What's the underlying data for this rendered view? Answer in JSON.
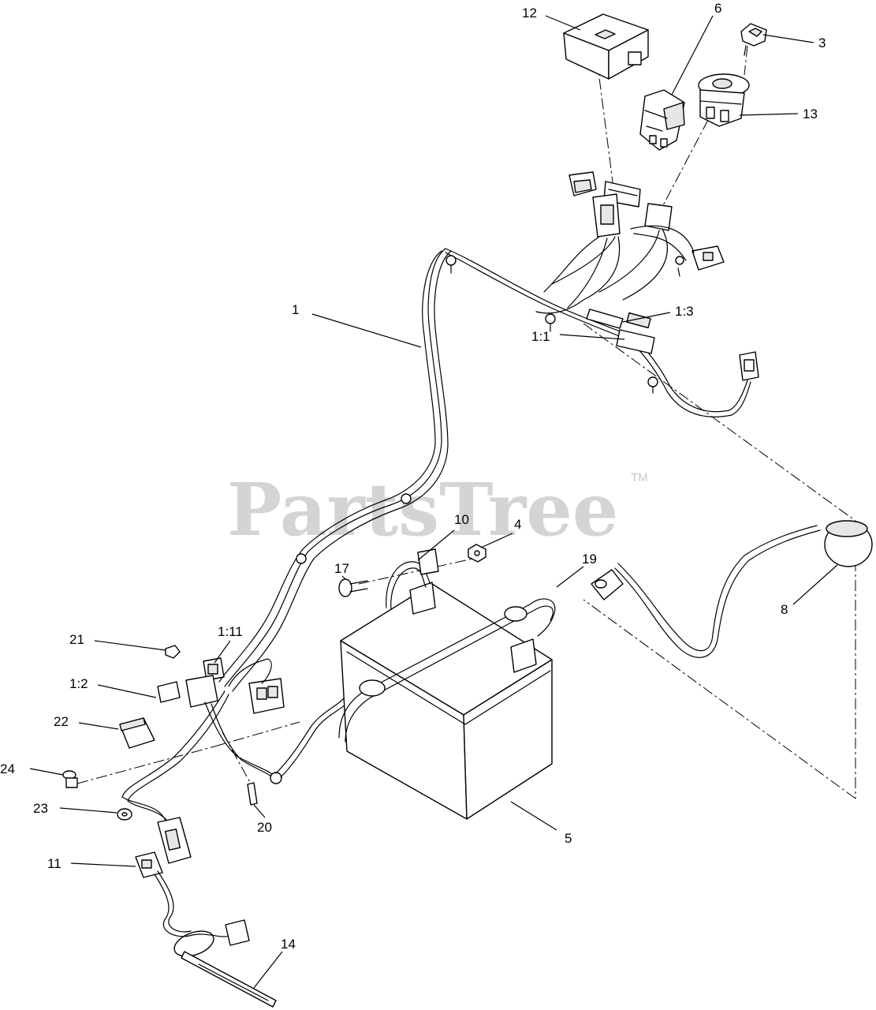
{
  "watermark": {
    "text": "PartsTree",
    "trademark": "TM"
  },
  "callouts": {
    "c12": "12",
    "c6": "6",
    "c3": "3",
    "c13": "13",
    "c1": "1",
    "c1_3": "1:3",
    "c1_1": "1:1",
    "c10": "10",
    "c4": "4",
    "c17": "17",
    "c19": "19",
    "c8": "8",
    "c1_11": "1:11",
    "c21": "21",
    "c1_2": "1:2",
    "c22": "22",
    "c24": "24",
    "c23": "23",
    "c20": "20",
    "c5": "5",
    "c11": "11",
    "c14": "14"
  }
}
